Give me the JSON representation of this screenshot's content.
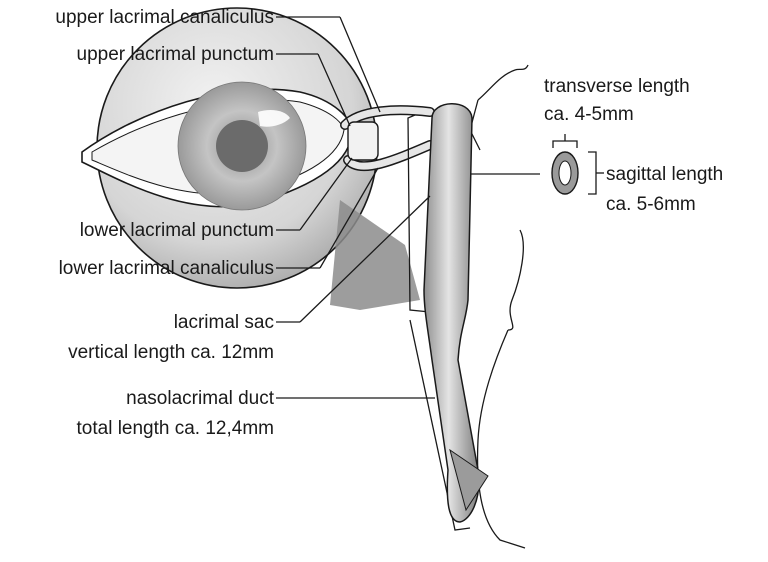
{
  "labels": {
    "upper_canaliculus": "upper lacrimal canaliculus",
    "upper_punctum": "upper lacrimal punctum",
    "lower_punctum": "lower lacrimal punctum",
    "lower_canaliculus": "lower lacrimal canaliculus",
    "sac_name": "lacrimal sac",
    "sac_length": "vertical length ca. 12mm",
    "duct_name": "nasolacrimal duct",
    "duct_length": "total length ca. 12,4mm",
    "transverse_name": "transverse length",
    "transverse_value": "ca. 4-5mm",
    "sagittal_name": "sagittal length",
    "sagittal_value": "ca. 5-6mm"
  },
  "colors": {
    "eyeball": "#d9d9d9",
    "eyeball_shadow": "#8c8c8c",
    "iris": "#b8b8b8",
    "pupil": "#6b6b6b",
    "duct": "#a9a9a9",
    "duct_highlight": "#e6e6e6",
    "ink": "#1a1a1a"
  }
}
